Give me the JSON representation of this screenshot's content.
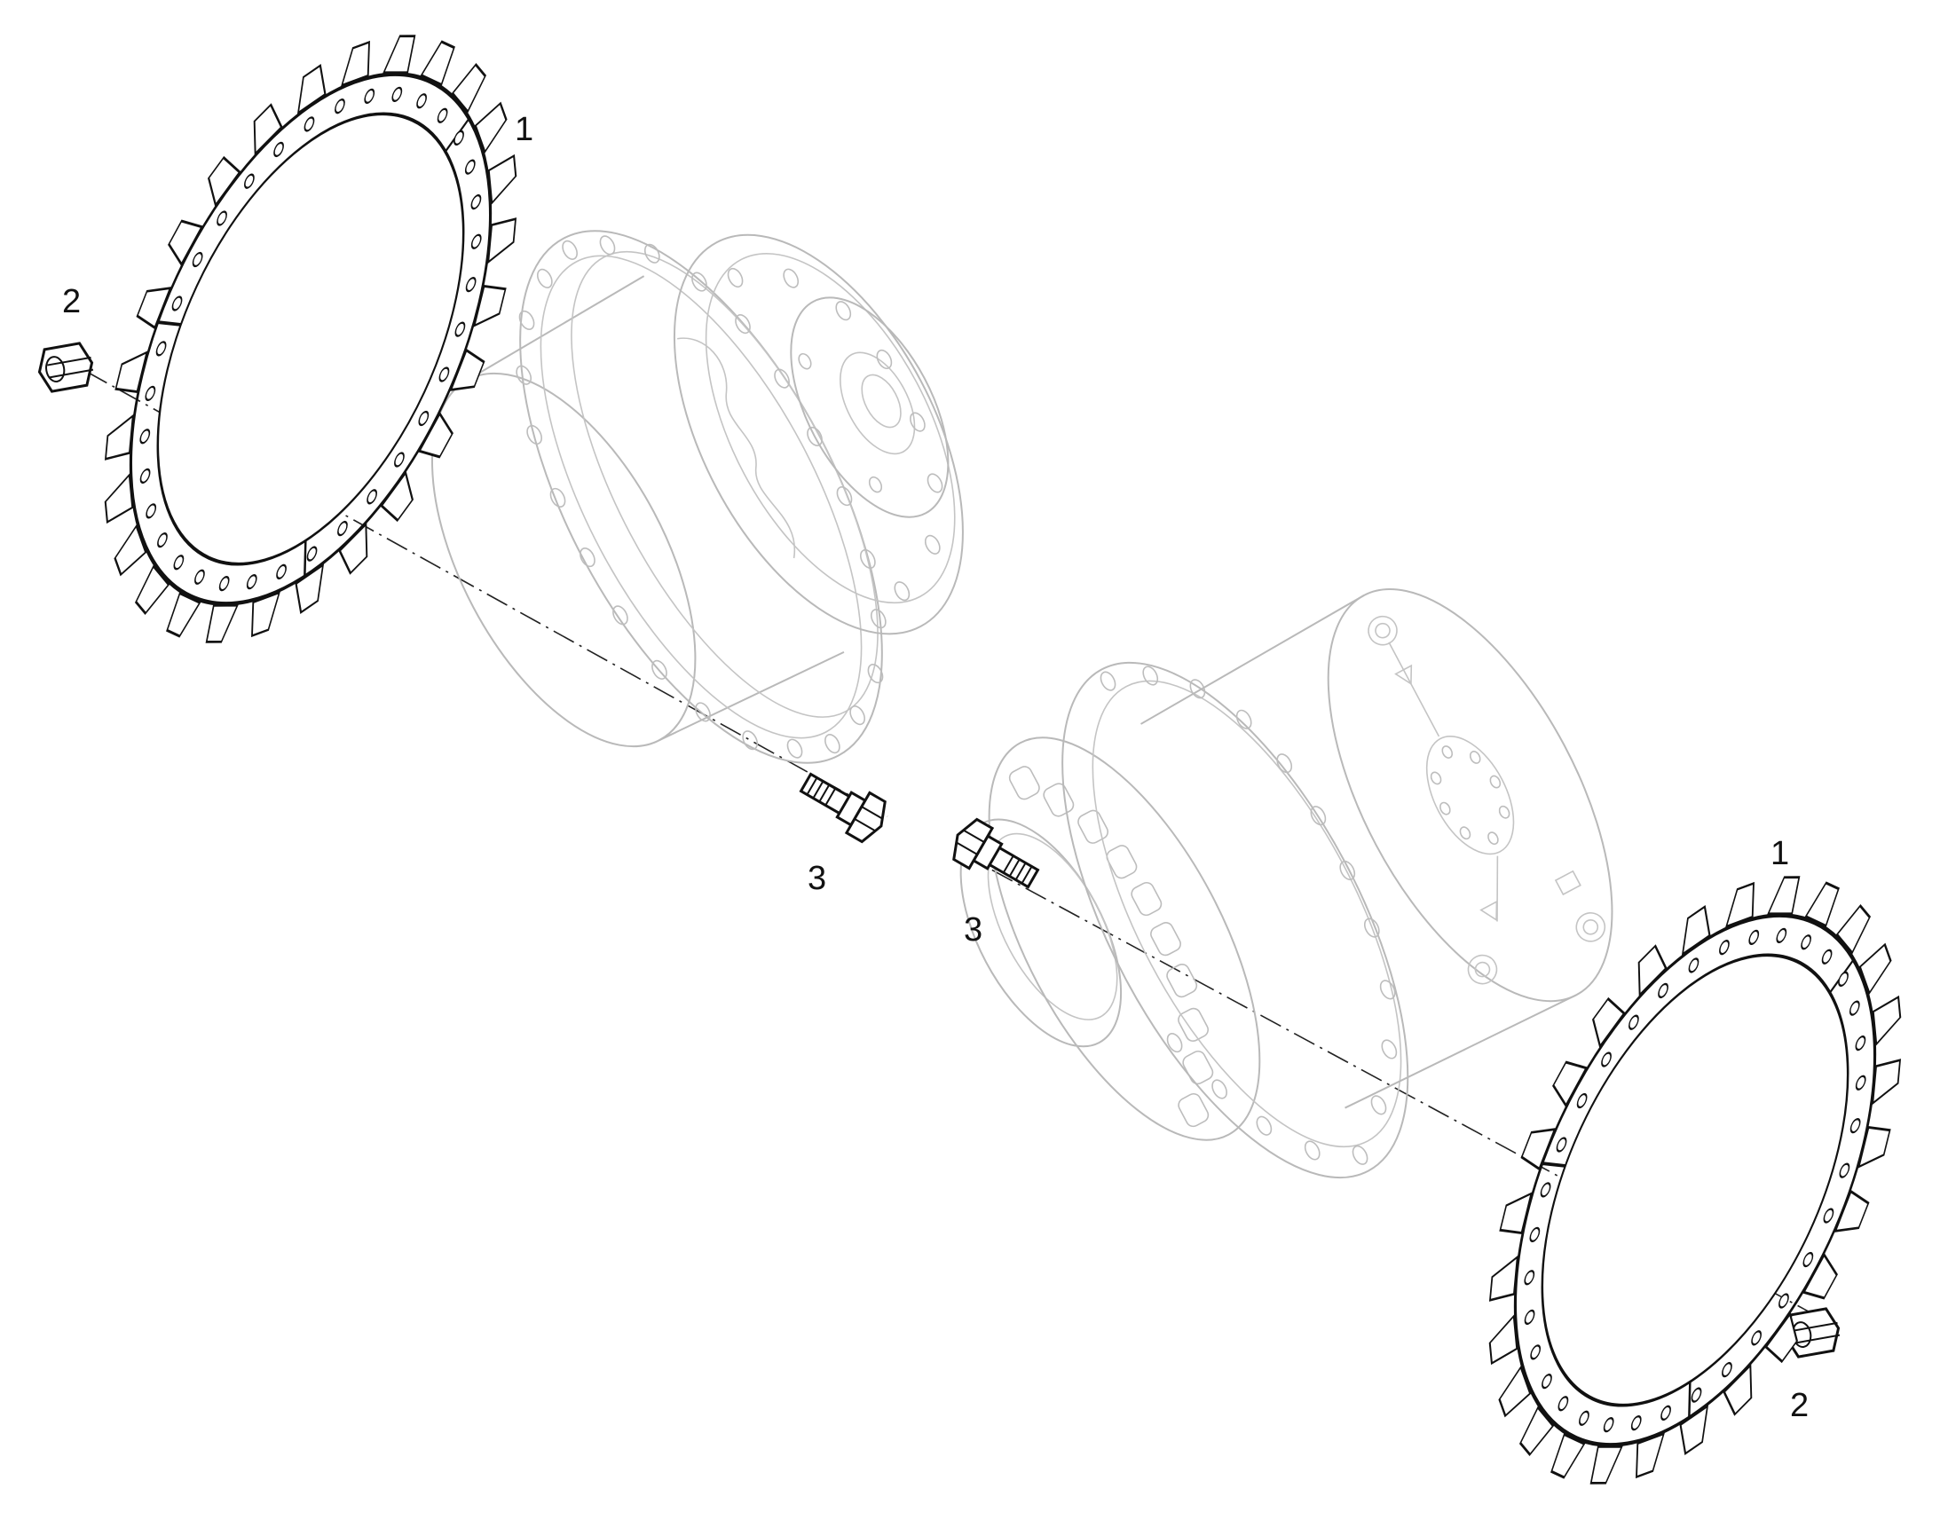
{
  "diagram": {
    "callouts": [
      {
        "id": "ring-upper-left",
        "text": "1"
      },
      {
        "id": "nut-upper-left",
        "text": "2"
      },
      {
        "id": "bolt-left",
        "text": "3"
      },
      {
        "id": "bolt-right",
        "text": "3"
      },
      {
        "id": "ring-lower-right",
        "text": "1"
      },
      {
        "id": "nut-lower-right",
        "text": "2"
      }
    ],
    "colors": {
      "highlighted_part": "#111111",
      "ghosted_assembly": "#b9b9b9",
      "background": "#ffffff"
    }
  }
}
